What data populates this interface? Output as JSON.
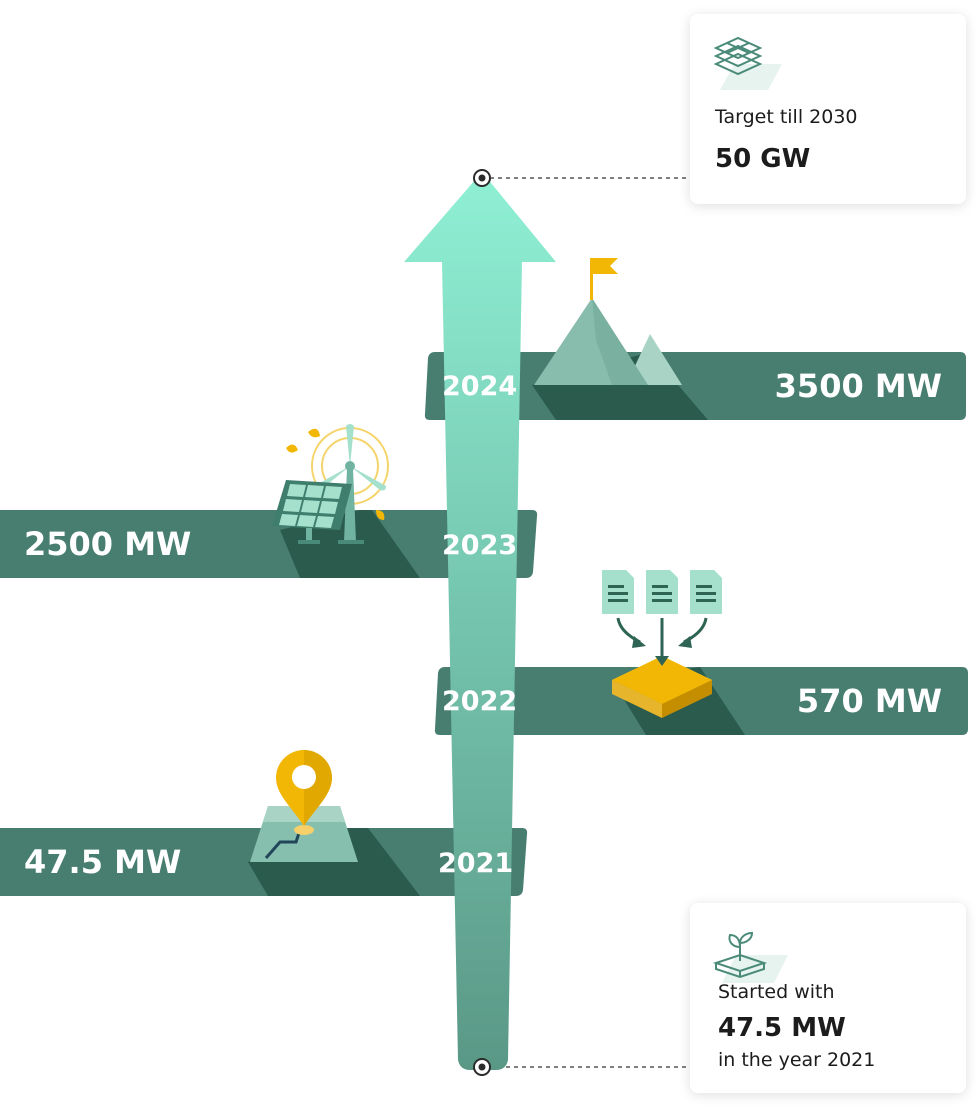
{
  "milestones": [
    {
      "year": "2021",
      "value": "47.5 MW",
      "icon": "location-pin-icon"
    },
    {
      "year": "2022",
      "value": "570 MW",
      "icon": "documents-merge-icon"
    },
    {
      "year": "2023",
      "value": "2500 MW",
      "icon": "solar-wind-icon"
    },
    {
      "year": "2024",
      "value": "3500 MW",
      "icon": "mountain-flag-icon"
    }
  ],
  "target_card": {
    "label": "Target till 2030",
    "value": "50 GW",
    "icon": "layers-icon"
  },
  "start_card": {
    "label": "Started with",
    "value": "47.5 MW",
    "suffix": "in the year 2021",
    "icon": "seedling-book-icon"
  },
  "colors": {
    "band": "#487e70",
    "band_shadow": "#2a5b4d",
    "arrow_top": "#8ff0d4",
    "arrow_bottom": "#5a9886",
    "accent_yellow": "#f2b705",
    "text_dark": "#1c1c1c"
  }
}
